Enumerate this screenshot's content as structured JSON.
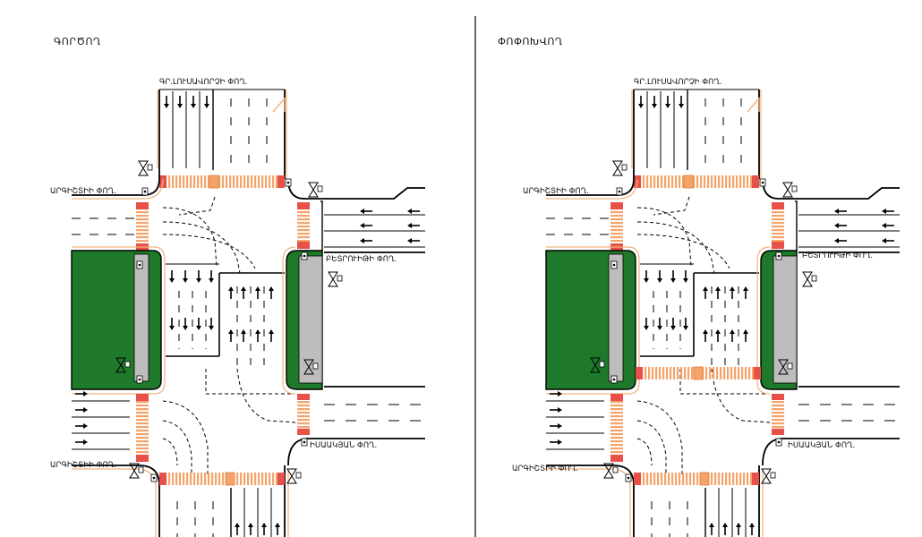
{
  "panels": [
    {
      "title": "ԳՈՐԾՈՂ",
      "streets": {
        "top": "ԳՐ.ԼՈՒՍԱՎՈՐՉԻ ՓՈՂ.",
        "upper_left": "ԱՐԳԻՇՏԻԻ ՓՈՂ.",
        "right": "ԲԵՏՐՈՒԻԹԻ ՓՈՂ.",
        "lower_left": "ԱՐԳԻՇՏԻԻ ՓՈՂ.",
        "lower_right": "ԻՍԱԱԿՅԱՆ ՓՈՂ."
      }
    },
    {
      "title": "ՓՈՓՈԽՎՈՂ",
      "streets": {
        "top": "ԳՐ.ԼՈՒՍԱՎՈՐՉԻ ՓՈՂ.",
        "upper_left": "ԱՐԳԻՇՏԻԻ ՓՈՂ.",
        "right": "ԲԵՏՐՈՒԻԹԻ ՓՈՂ.",
        "lower_left": "ԱՐԳԻՇՏԻԻ ՓՈՂ.",
        "lower_right": "ԻՍԱԱԿՅԱՆ ՓՈՂ."
      }
    }
  ],
  "colors": {
    "median_green": "#1e7a2a",
    "crosswalk_orange": "#f4a46a",
    "crosswalk_red": "#e8504a",
    "curb_line": "#000000",
    "divider_gray": "#bdbdbd",
    "curb_orange": "#f3b27a"
  },
  "icons": [
    "traffic-light-icon",
    "pedestrian-signal-icon"
  ]
}
